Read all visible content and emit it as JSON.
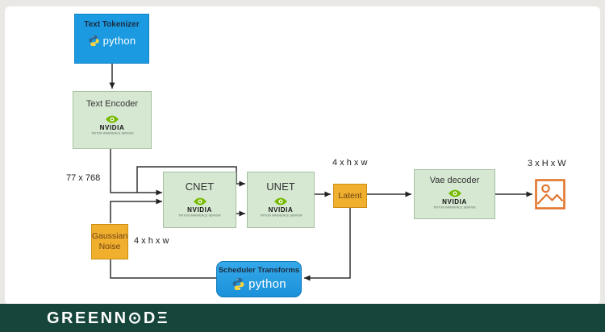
{
  "diagram": {
    "nodes": {
      "text_tokenizer": {
        "label": "Text Tokenizer",
        "runtime": "python"
      },
      "text_encoder": {
        "label": "Text Encoder",
        "runtime": "nvidia-triton"
      },
      "cnet": {
        "label": "CNET",
        "runtime": "nvidia-triton"
      },
      "unet": {
        "label": "UNET",
        "runtime": "nvidia-triton"
      },
      "latent": {
        "label": "Latent"
      },
      "vae_decoder": {
        "label": "Vae decoder",
        "runtime": "nvidia-triton"
      },
      "gaussian_noise": {
        "label": "Gaussian Noise"
      },
      "scheduler_transforms": {
        "label": "Scheduler Transforms",
        "runtime": "python"
      },
      "output_image": {
        "icon": "image-icon"
      }
    },
    "annotations": {
      "encoder_output_shape": "77 x 768",
      "noise_shape": "4 x h x w",
      "latent_shape": "4 x h x w",
      "output_image_shape": "3 x H x W"
    },
    "logos": {
      "python": {
        "label": "python"
      },
      "nvidia": {
        "name": "NVIDIA",
        "caption": "TRITON INFERENCE SERVER"
      }
    },
    "colors": {
      "python_box_blue": "#1b9ae1",
      "triton_box_green": "#d6e8d2",
      "tensor_box_yellow": "#f0b02e",
      "nvidia_green": "#76b900",
      "image_icon_orange": "#e2762f",
      "footer_green": "#16453b"
    }
  },
  "footer": {
    "brand": "GREENNODE",
    "brand_display": "GREENN⊙DΞ"
  }
}
